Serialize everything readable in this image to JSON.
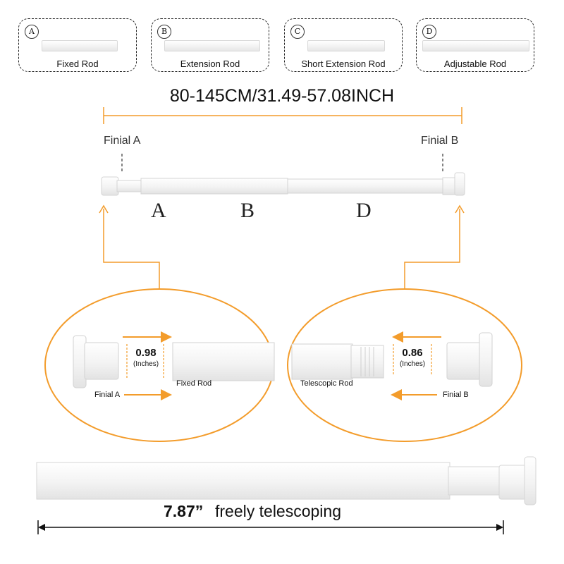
{
  "parts": [
    {
      "letter": "A",
      "label": "Fixed Rod"
    },
    {
      "letter": "B",
      "label": "Extension Rod"
    },
    {
      "letter": "C",
      "label": "Short Extension Rod"
    },
    {
      "letter": "D",
      "label": "Adjustable Rod"
    }
  ],
  "length_label": "80-145CM/31.49-57.08INCH",
  "finials": {
    "left": "Finial A",
    "right": "Finial B"
  },
  "assembly_sections": [
    "A",
    "B",
    "D"
  ],
  "detail_left": {
    "value": "0.98",
    "unit": "(Inches)",
    "finial_label": "Finial A",
    "rod_label": "Fixed Rod"
  },
  "detail_right": {
    "value": "0.86",
    "unit": "(Inches)",
    "finial_label": "Finial B",
    "rod_label": "Telescopic Rod"
  },
  "telescoping": {
    "value": "7.87”",
    "text": "freely telescoping"
  },
  "colors": {
    "accent": "#f39c2b",
    "rod_border": "#d9d9d9",
    "rod_fill": "#f4f4f4"
  }
}
